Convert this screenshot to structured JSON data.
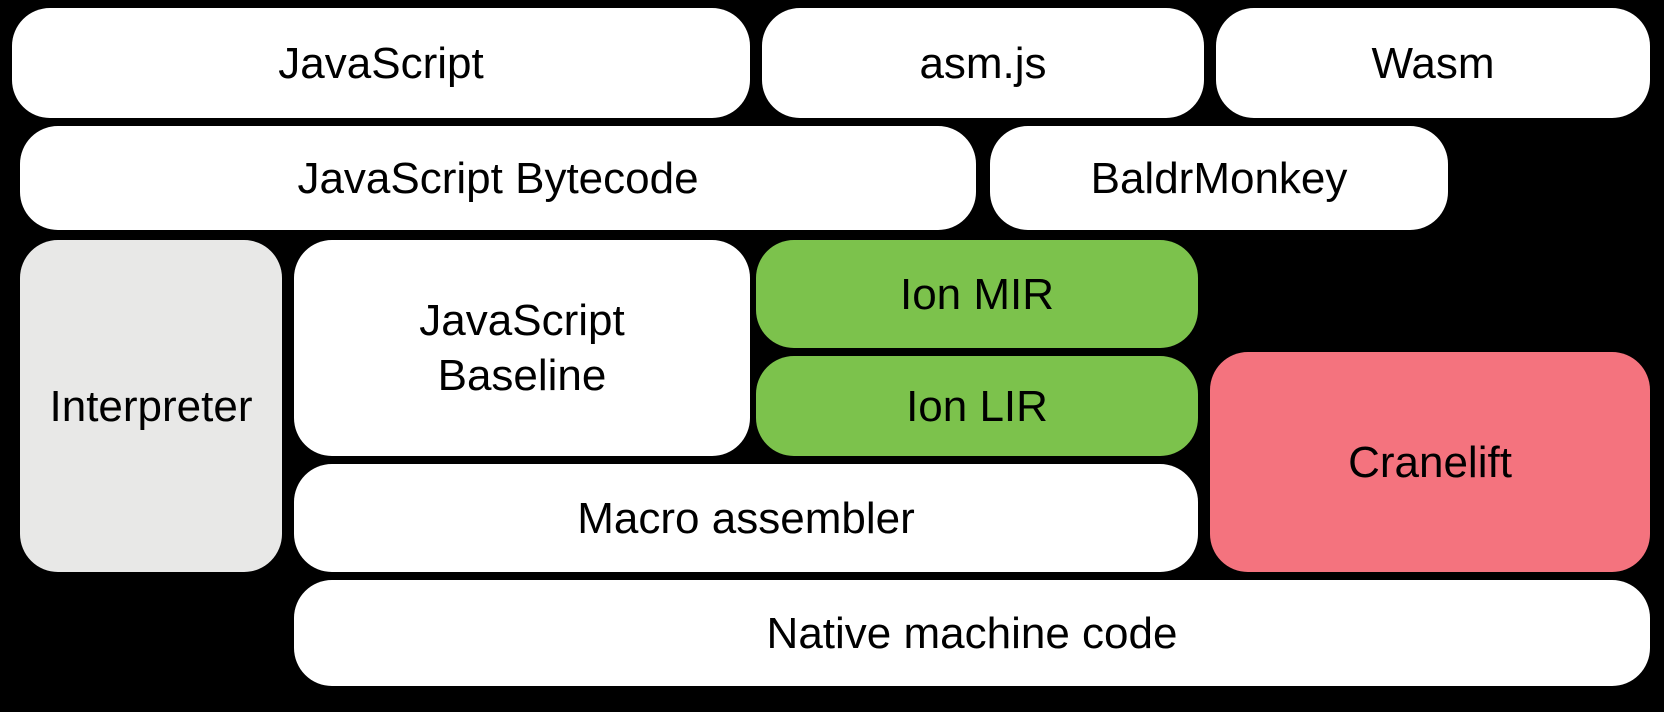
{
  "diagram": {
    "background": "#000000",
    "text_color": "#000000",
    "colors": {
      "default_fill": "#ffffff",
      "interpreter_fill": "#e8e8e7",
      "ion_fill": "#7cc24c",
      "cranelift_fill": "#f4737e"
    },
    "nodes": [
      {
        "id": "javascript",
        "label": "JavaScript",
        "fill": "#ffffff"
      },
      {
        "id": "asm-js",
        "label": "asm.js",
        "fill": "#ffffff"
      },
      {
        "id": "wasm",
        "label": "Wasm",
        "fill": "#ffffff"
      },
      {
        "id": "javascript-bytecode",
        "label": "JavaScript Bytecode",
        "fill": "#ffffff"
      },
      {
        "id": "baldrmonkey",
        "label": "BaldrMonkey",
        "fill": "#ffffff"
      },
      {
        "id": "interpreter",
        "label": "Interpreter",
        "fill": "#e8e8e7"
      },
      {
        "id": "javascript-baseline",
        "label": "JavaScript\nBaseline",
        "fill": "#ffffff"
      },
      {
        "id": "ion-mir",
        "label": "Ion MIR",
        "fill": "#7cc24c"
      },
      {
        "id": "ion-lir",
        "label": "Ion LIR",
        "fill": "#7cc24c"
      },
      {
        "id": "cranelift",
        "label": "Cranelift",
        "fill": "#f4737e"
      },
      {
        "id": "macro-assembler",
        "label": "Macro assembler",
        "fill": "#ffffff"
      },
      {
        "id": "native-machine-code",
        "label": "Native machine code",
        "fill": "#ffffff"
      }
    ]
  }
}
